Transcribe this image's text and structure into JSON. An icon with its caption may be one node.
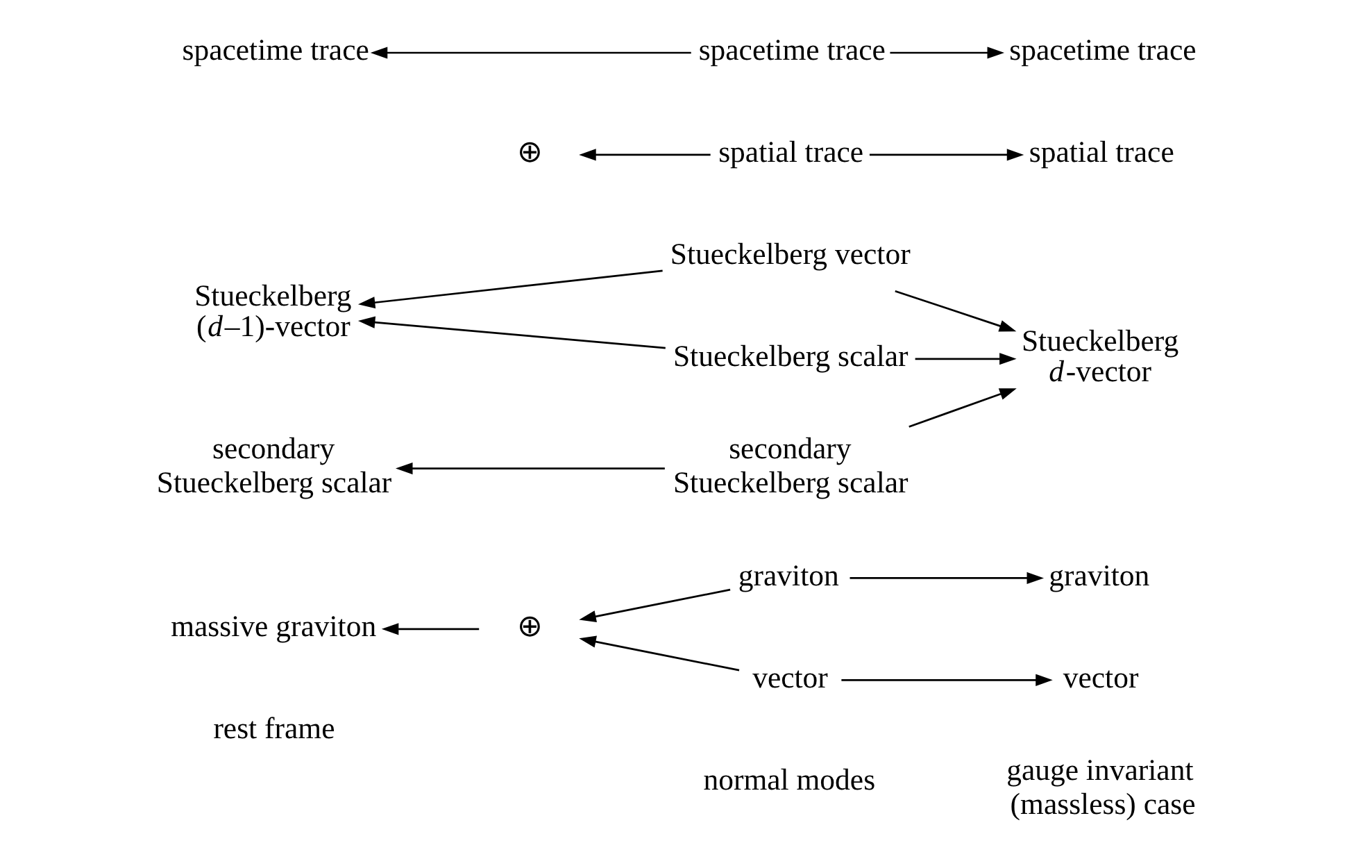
{
  "diagram": {
    "nodes": [
      {
        "text": [
          "graviton"
        ]
      },
      {
        "text": [
          "graviton"
        ]
      },
      {
        "text": [
          "⊕"
        ]
      },
      {
        "text": [
          "massive graviton"
        ]
      },
      {
        "text": [
          "vector"
        ]
      },
      {
        "text": [
          "vector"
        ]
      },
      {
        "text": [
          "Stueckelberg vector"
        ]
      },
      {
        "text": [
          "Stueckelberg (*d*–1)-vector"
        ]
      },
      {
        "text": [
          "Stueckelberg scalar"
        ]
      },
      {
        "text": [
          "Stueckelberg *d*-vector"
        ]
      },
      {
        "text": [
          "secondary Stueckelberg scalar"
        ]
      },
      {
        "text": [
          "secondary Stueckelberg scalar"
        ]
      },
      {
        "text": [
          "⊕"
        ]
      },
      {
        "text": [
          "spatial trace"
        ]
      },
      {
        "text": [
          "spatial trace"
        ]
      },
      {
        "text": [
          "spacetime trace"
        ]
      },
      {
        "text": [
          "spacetime trace"
        ]
      },
      {
        "text": [
          "spacetime trace"
        ]
      }
    ],
    "edges": [
      {
        "from": 0,
        "to": 1,
        "arrow": "to"
      },
      {
        "from": 0,
        "to": 2,
        "arrow": "to"
      },
      {
        "from": 4,
        "to": 2,
        "arrow": "to"
      },
      {
        "from": 2,
        "to": 3,
        "arrow": "to"
      },
      {
        "from": 4,
        "to": 5,
        "arrow": "to"
      },
      {
        "from": 6,
        "to": 7,
        "arrow": "to"
      },
      {
        "from": 8,
        "to": 7,
        "arrow": "to"
      },
      {
        "from": 6,
        "to": 9,
        "arrow": "to"
      },
      {
        "from": 8,
        "to": 9,
        "arrow": "to"
      },
      {
        "from": 11,
        "to": 9,
        "arrow": "to"
      },
      {
        "from": 11,
        "to": 10,
        "arrow": "to"
      },
      {
        "from": 13,
        "to": 12,
        "arrow": "to"
      },
      {
        "from": 13,
        "to": 14,
        "arrow": "to"
      },
      {
        "from": 16,
        "to": 15,
        "arrow": "to"
      },
      {
        "from": 16,
        "to": 17,
        "arrow": "to"
      }
    ],
    "labels": [
      "rest frame",
      "normal modes",
      "gauge invariant (massless) case"
    ]
  }
}
